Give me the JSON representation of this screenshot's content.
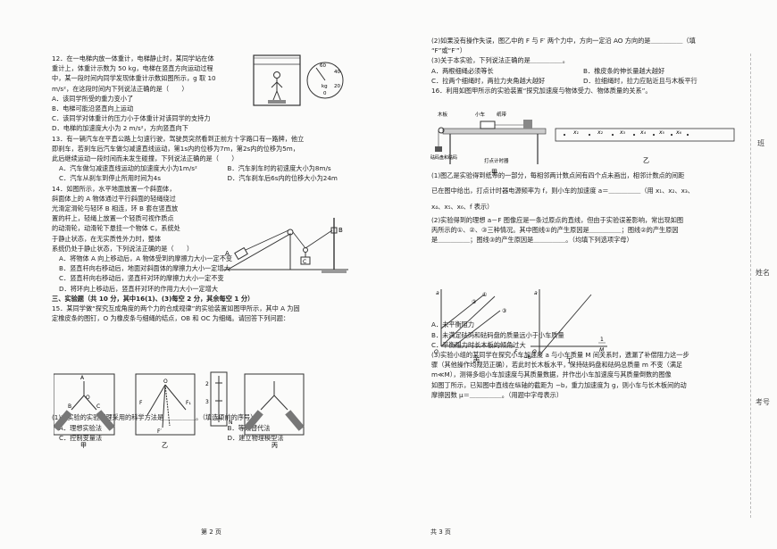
{
  "left": {
    "q12": [
      "12．在一电梯内放一体重计，电梯静止时，某同学站在体",
      "重计上，体重计示数为 50 kg，电梯在竖直方向运动过程",
      "中，某一段时间内同学发现体重计示数如图所示，g 取 10",
      "m/s²，在这段时间内下列说法正确的是（　　）",
      "A．该同学所受的重力变小了",
      "B．电梯可能沿竖直向上运动",
      "C．该同学对体重计的压力小于体重计对该同学的支持力",
      "D．电梯的加速度大小为 2 m/s²，方向竖直向下"
    ],
    "q13": [
      "13．有一辆汽车在平直公路上匀速行驶，驾驶员突然看到正前方十字路口有一路牌，他立",
      "即刹车，若刹车后汽车做匀减速直线运动，第1s内的位移为7m，第2s内的位移为5m，",
      "此后继续运动一段时间而未发生碰撞，下列说法正确的是（　　）"
    ],
    "q13_opts": [
      [
        "A．汽车做匀减速直线运动的加速度大小为1m/s²",
        "B．汽车刹车时的初速度大小为8m/s"
      ],
      [
        "C．汽车从刹车到停止所用时间为4s",
        "D．汽车刹车后6s内的位移大小为24m"
      ]
    ],
    "q14": [
      "14．如图所示，水平地面放置一个斜面体，",
      "斜面体上的 A 物体通过平行斜面的轻绳绕过",
      "光滑定滑轮与轻环 B 相连，环 B 套在竖直放",
      "置的杆上，轻绳上放置一个轻质可视作质点",
      "的动滑轮，动滑轮下悬挂一个物体 C，系统处",
      "于静止状态，在无实质性外力时，整体",
      "系统仍处于静止状态，下列说法正确的是（　　）",
      "A．将物体 A 向上移动后，A 物体受到的摩擦力大小一定不变",
      "B．竖直杆向右移动后，地面对斜面体的摩擦力大小一定增大",
      "C．竖直杆向右移动后，竖直杆对环的摩擦力大小一定不变",
      "D．将环向上移动后，竖直杆对环的作用力大小一定增大"
    ],
    "sec3": "三、实验题（共 10 分，其中16(1)、(3)每空 2 分，其余每空 1 分）",
    "q15": [
      "15．某同学做“探究互成角度的两个力的合成规律”的实验装置如图甲所示，其中 A 为固",
      "定橡皮条的图钉，O 为橡皮条与细绳的结点，OB 和 OC 为细绳。请回答下列问题："
    ],
    "q15_sub1": "(1)本实验的实验原理采用的科学方法是＿＿＿＿＿。（填选项前的序号）",
    "q15_opts": [
      [
        "A．理想实验法",
        "B．等效替代法"
      ],
      [
        "C．控制变量法",
        "D．建立物理模型法"
      ]
    ],
    "fig_labels": [
      "甲",
      "乙",
      "丙"
    ],
    "fig12_dial": [
      "60",
      "40",
      "20",
      "0",
      "kg"
    ],
    "fig14": [
      "A",
      "B",
      "C"
    ],
    "fig15": [
      "A",
      "O",
      "B",
      "C",
      "F",
      "F₁",
      "F′",
      "2",
      "3",
      "N"
    ],
    "page_num": "第 2 页"
  },
  "right": {
    "q15_2": [
      "(2)如果没有操作失误，图乙中的 F 与 F′ 两个力中，方向一定沿 AO 方向的是＿＿＿＿＿（填",
      "“F”或“F′”）"
    ],
    "q15_3": "(3)关于本实验，下列说法正确的是＿＿＿＿＿。",
    "q15_3_opts": [
      [
        "A．两根细绳必须等长",
        "B．橡皮条的伸长量越大越好"
      ],
      [
        "C．拉两个细绳时，两拉力夹角越大越好",
        "D．拉细绳时，拉力应贴近且与木板平行"
      ]
    ],
    "q16": "16．利用如图甲所示的实验装置“探究加速度与物体受力、物体质量的关系”。",
    "fig16_labels": [
      "木板",
      "小车",
      "纸带",
      "砝码盘和砝码",
      "打点计时器",
      "甲",
      "乙"
    ],
    "tape_labels": [
      "x₁",
      "x₂",
      "x₃",
      "x₄",
      "x₅",
      "x₆"
    ],
    "q16_1": [
      "(1)图乙是实验得到纸带的一部分，每相邻两计数点间有四个点未画出，相邻计数点的间距",
      "已在图中给出，打点计时器电源频率为 f，则小车的加速度 a＝＿＿＿＿＿（用 x₁、x₂、x₃、",
      "x₄、x₅、x₆、f 表示）"
    ],
    "q16_2": [
      "(2)实验得到的理想 a－F 图像应是一条过原点的直线，但由于实验误差影响，常出现如图",
      "丙所示的①、②、③三种情况。其中图线①的产生原因是＿＿＿＿＿；图线②的产生原因",
      "是＿＿＿＿＿；图线③的产生原因是＿＿＿＿＿。（均填下列选项字母）"
    ],
    "graph_labels": [
      "a",
      "①",
      "②",
      "③",
      "O",
      "F",
      "丙",
      "a",
      "O",
      "1",
      "M",
      "−b",
      "丁"
    ],
    "q16_2_opts": [
      "A．未平衡阻力",
      "B．未满足砝码和砝码盘的质量远小于小车质量",
      "C．平衡阻力时长木板的倾角过大"
    ],
    "q16_3": [
      "(3)实验小组的某同学在探究小车加速度 a 与小车质量 M 间关系时，遗漏了补偿阻力这一步",
      "骤（其他操作均规范正确），若此时长木板水平，保持砝码盘和砝码总质量 m 不变（满足",
      "m≪M），测得多组小车加速度与其质量数据，并作出小车加速度与其质量倒数的图像",
      "如图丁所示，已知图中直线在纵轴的截距为 −b，重力加速度为 g，则小车与长木板间的动",
      "摩擦因数 μ＝＿＿＿＿＿。（用题中字母表示）"
    ],
    "page_num": "共 3 页"
  },
  "margin": [
    "班",
    "姓名",
    "考号"
  ]
}
